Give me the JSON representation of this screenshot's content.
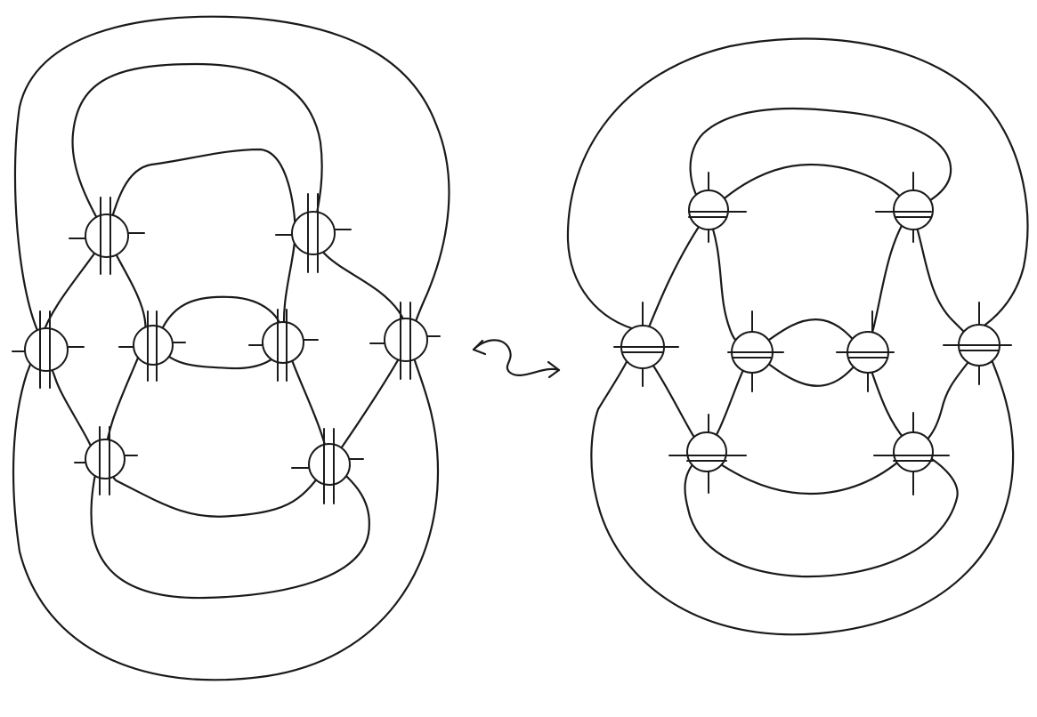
{
  "diagram": {
    "stroke_color": "#1a1a1a",
    "background": "#ffffff",
    "left_figure": {
      "crossing_style": "vertical-bar",
      "crossings": 8
    },
    "connector": {
      "symbol": "squiggly-double-arrow"
    },
    "right_figure": {
      "crossing_style": "horizontal-bar",
      "crossings": 8
    }
  }
}
